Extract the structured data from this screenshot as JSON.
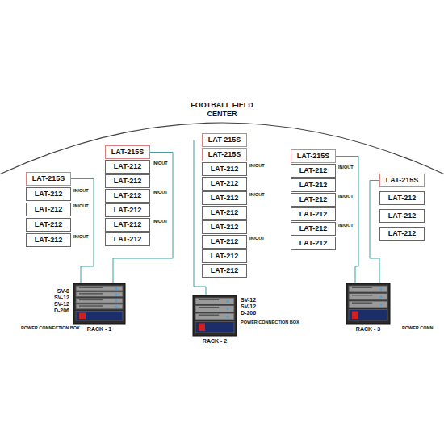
{
  "diagram": {
    "title": "FOOTBALL FIELD CENTER",
    "nodes": [
      {
        "text": [
          "LAT-215S"
        ]
      },
      {
        "text": [
          "LAT-212"
        ]
      },
      {
        "text": [
          "LAT-212"
        ]
      },
      {
        "text": [
          "LAT-212"
        ]
      },
      {
        "text": [
          "LAT-212"
        ]
      },
      {
        "text": [
          "LAT-215S"
        ]
      },
      {
        "text": [
          "LAT-212"
        ]
      },
      {
        "text": [
          "LAT-212"
        ]
      },
      {
        "text": [
          "LAT-212"
        ]
      },
      {
        "text": [
          "LAT-212"
        ]
      },
      {
        "text": [
          "LAT-212"
        ]
      },
      {
        "text": [
          "LAT-212"
        ]
      },
      {
        "text": [
          "LAT-215S"
        ]
      },
      {
        "text": [
          "LAT-215S"
        ]
      },
      {
        "text": [
          "LAT-212"
        ]
      },
      {
        "text": [
          "LAT-212"
        ]
      },
      {
        "text": [
          "LAT-212"
        ]
      },
      {
        "text": [
          "LAT-212"
        ]
      },
      {
        "text": [
          "LAT-212"
        ]
      },
      {
        "text": [
          "LAT-212"
        ]
      },
      {
        "text": [
          "LAT-212"
        ]
      },
      {
        "text": [
          "LAT-212"
        ]
      },
      {
        "text": [
          "LAT-215S"
        ]
      },
      {
        "text": [
          "LAT-212"
        ]
      },
      {
        "text": [
          "LAT-212"
        ]
      },
      {
        "text": [
          "LAT-212"
        ]
      },
      {
        "text": [
          "LAT-212"
        ]
      },
      {
        "text": [
          "LAT-212"
        ]
      },
      {
        "text": [
          "LAT-212"
        ]
      },
      {
        "text": [
          "LAT-215S"
        ]
      },
      {
        "text": [
          "LAT-212"
        ]
      },
      {
        "text": [
          "LAT-212"
        ]
      },
      {
        "text": [
          "LAT-212"
        ]
      },
      {
        "text": [
          "RACK - 1"
        ]
      },
      {
        "text": [
          "RACK - 2"
        ]
      },
      {
        "text": [
          "RACK - 3"
        ]
      }
    ],
    "edges": [
      {
        "from": 33,
        "to": 0,
        "arrow": "none"
      },
      {
        "from": 33,
        "to": 5,
        "arrow": "none"
      },
      {
        "from": 34,
        "to": 12,
        "arrow": "none"
      },
      {
        "from": 35,
        "to": 22,
        "arrow": "none"
      },
      {
        "from": 35,
        "to": 29,
        "arrow": "none"
      }
    ],
    "labels": [
      "SV-8",
      "SV-12",
      "SV-12",
      "D-206",
      "POWER CONNECTION BOX",
      "SV-12",
      "SV-12",
      "D-206",
      "POWER CONNECTION BOX",
      "POWER CONN",
      "IN/OUT",
      "IN/OUT",
      "IN/OUT",
      "IN/OUT",
      "IN/OUT",
      "IN/OUT",
      "IN/OUT",
      "IN/OUT",
      "IN/OUT",
      "IN/OUT",
      "IN/OUT",
      "IN/OUT"
    ]
  }
}
